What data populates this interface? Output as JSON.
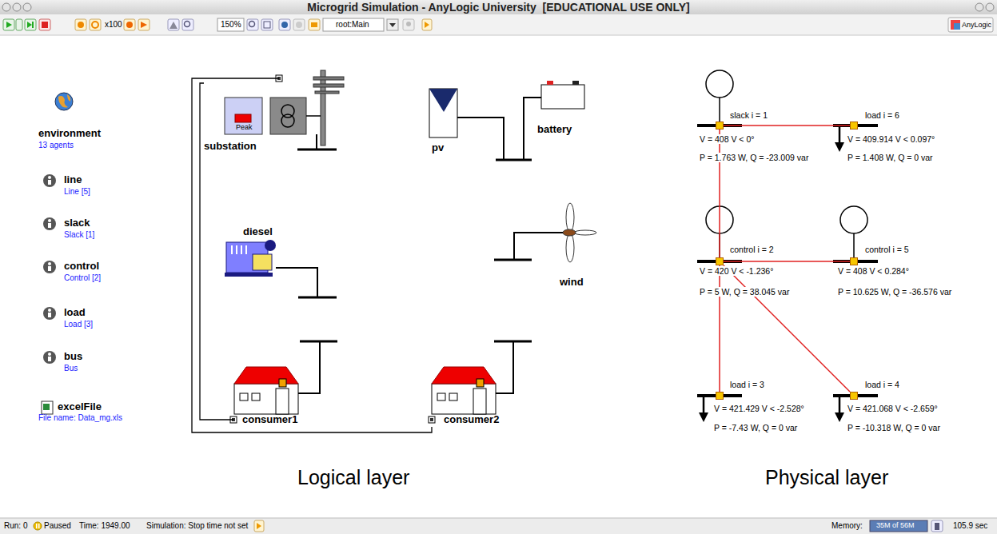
{
  "diagram": {
    "title": "Microgrid Simulation - AnyLogic University  [EDUCATIONAL USE ONLY]",
    "nodes": [
      {
        "text": [
          "Peak",
          "substation"
        ]
      },
      {
        "text": [
          "pv"
        ]
      },
      {
        "text": [
          "battery"
        ]
      },
      {
        "text": [
          "diesel"
        ]
      },
      {
        "text": [
          "wind"
        ]
      },
      {
        "text": [
          "consumer1"
        ]
      },
      {
        "text": [
          "consumer2"
        ]
      },
      {
        "text": [
          "slack i = 1",
          "V = 408 V < 0°",
          "P = 1.763 W, Q = -23.009 var"
        ]
      },
      {
        "text": [
          "load i = 6",
          "V = 409.914 V < 0.097°",
          "P = 1.408 W, Q = 0 var"
        ]
      },
      {
        "text": [
          "control i = 2",
          "V = 420 V < -1.236°",
          "P = 5 W, Q = 38.045 var"
        ]
      },
      {
        "text": [
          "control i = 5",
          "V = 408 V < 0.284°",
          "P = 10.625 W, Q = -36.576 var"
        ]
      },
      {
        "text": [
          "load i = 3",
          "V = 421.429 V < -2.528°",
          "P = -7.43 W, Q = 0 var"
        ]
      },
      {
        "text": [
          "load i = 4",
          "V = 421.068 V < -2.659°",
          "P = -10.318 W, Q = 0 var"
        ]
      }
    ],
    "edges": [
      {
        "from": 0,
        "to": 5,
        "arrow": "none"
      },
      {
        "from": 0,
        "to": 6,
        "arrow": "none"
      },
      {
        "from": 7,
        "to": 8,
        "arrow": "none"
      },
      {
        "from": 7,
        "to": 9,
        "arrow": "none"
      },
      {
        "from": 9,
        "to": 10,
        "arrow": "none"
      },
      {
        "from": 9,
        "to": 11,
        "arrow": "none"
      },
      {
        "from": 9,
        "to": 12,
        "arrow": "none"
      }
    ],
    "labels": [
      "x100",
      "150%",
      "root:Main",
      "AnyLogic",
      "environment",
      "13 agents",
      "line",
      "Line [5]",
      "slack",
      "Slack [1]",
      "control",
      "Control [2]",
      "load",
      "Load [3]",
      "bus",
      "Bus",
      "excelFile",
      "File name: Data_mg.xls",
      "Logical layer",
      "Physical layer",
      "Run: 0",
      "Paused",
      "Time: 1949.00",
      "Simulation: Stop time not set",
      "Memory:",
      "35M of 56M",
      "105.9 sec"
    ]
  }
}
